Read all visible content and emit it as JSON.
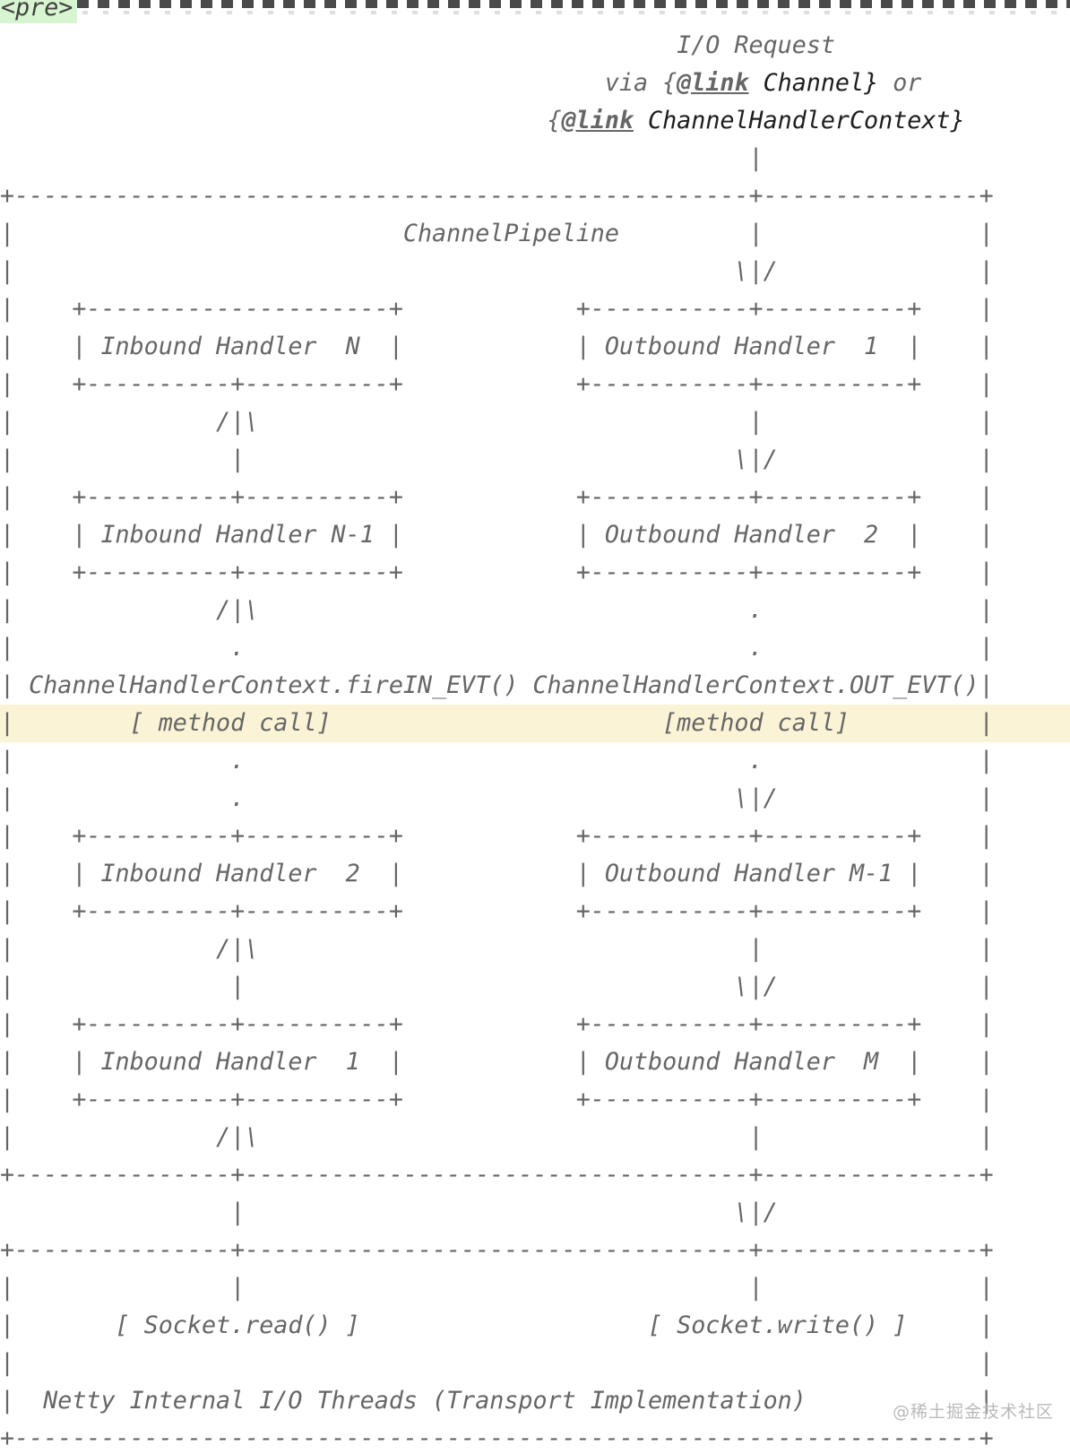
{
  "code_block": {
    "pre_tag_label": "<pre>",
    "highlight_line_index": 18,
    "styled_tokens": [
      {
        "token": "@link",
        "class": "jd-tag"
      },
      {
        "token": "ChannelHandlerContext}",
        "class": "jd-type"
      },
      {
        "token": "Channel}",
        "class": "jd-type"
      }
    ],
    "ascii_lines": [
      "                                               I/O Request",
      "                                          via {@link Channel} or",
      "                                      {@link ChannelHandlerContext}",
      "                                                    |",
      "+---------------------------------------------------+---------------+",
      "|                           ChannelPipeline         |               |",
      "|                                                  \\|/              |",
      "|    +---------------------+            +-----------+----------+    |",
      "|    | Inbound Handler  N  |            | Outbound Handler  1  |    |",
      "|    +----------+----------+            +-----------+----------+    |",
      "|              /|\\                                  |               |",
      "|               |                                  \\|/              |",
      "|    +----------+----------+            +-----------+----------+    |",
      "|    | Inbound Handler N-1 |            | Outbound Handler  2  |    |",
      "|    +----------+----------+            +-----------+----------+    |",
      "|              /|\\                                  .               |",
      "|               .                                   .               |",
      "| ChannelHandlerContext.fireIN_EVT() ChannelHandlerContext.OUT_EVT()|",
      "|        [ method call]                       [method call]         |",
      "|               .                                   .               |",
      "|               .                                  \\|/              |",
      "|    +----------+----------+            +-----------+----------+    |",
      "|    | Inbound Handler  2  |            | Outbound Handler M-1 |    |",
      "|    +----------+----------+            +-----------+----------+    |",
      "|              /|\\                                  |               |",
      "|               |                                  \\|/              |",
      "|    +----------+----------+            +-----------+----------+    |",
      "|    | Inbound Handler  1  |            | Outbound Handler  M  |    |",
      "|    +----------+----------+            +-----------+----------+    |",
      "|              /|\\                                  |               |",
      "+---------------+-----------------------------------+---------------+",
      "                |                                  \\|/",
      "+---------------+-----------------------------------+---------------+",
      "|               |                                   |               |",
      "|       [ Socket.read() ]                    [ Socket.write() ]     |",
      "|                                                                   |",
      "|  Netty Internal I/O Threads (Transport Implementation)            |",
      "+-------------------------------------------------------------------+"
    ]
  },
  "watermark": {
    "text": "@稀土掘金技术社区"
  },
  "colors": {
    "background": "#ffffff",
    "diagram_text": "#666666",
    "type_reference_text": "#1d1d1d",
    "pre_tag_background": "#d7f5d0",
    "pre_tag_text": "#414141",
    "method_call_highlight": "#faf3d6",
    "watermark_text": "#b9b9b9"
  }
}
